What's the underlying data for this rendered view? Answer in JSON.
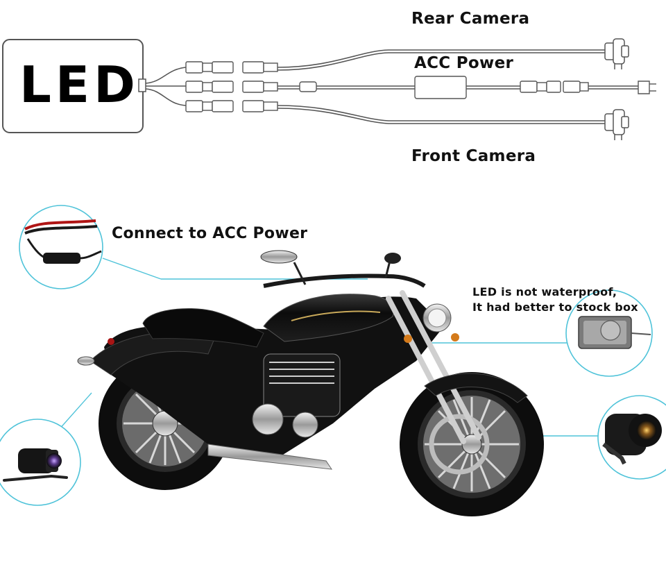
{
  "diagram": {
    "led_unit_label": "LED",
    "rear_camera_label": "Rear Camera",
    "acc_power_label": "ACC Power",
    "front_camera_label": "Front Camera"
  },
  "callouts": {
    "acc_connect_label": "Connect to ACC Power",
    "led_warning_line1": "LED is not waterproof,",
    "led_warning_line2": "It had better to stock box"
  },
  "colors": {
    "callout_line": "#4fc3d9",
    "wire": "#555555",
    "motorcycle_body": "#111111",
    "chrome": "#c9c9c9"
  }
}
